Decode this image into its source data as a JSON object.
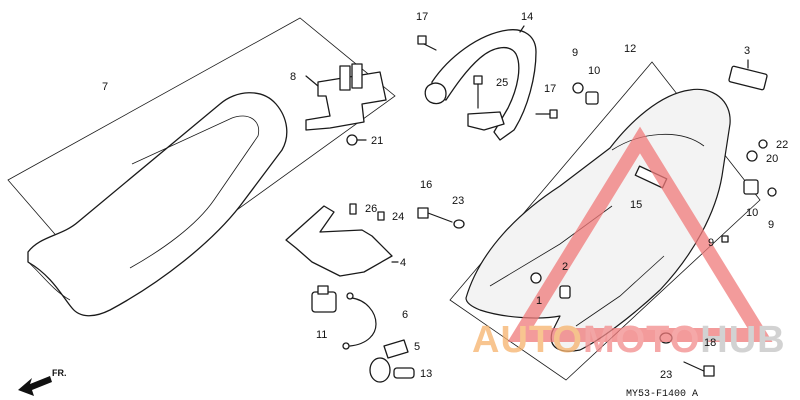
{
  "diagram": {
    "code": "MY53-F1400 A",
    "direction_label": "FR.",
    "callouts": [
      "7",
      "8",
      "21",
      "17",
      "14",
      "25",
      "9",
      "10",
      "17",
      "12",
      "3",
      "22",
      "20",
      "16",
      "23",
      "26",
      "24",
      "4",
      "15",
      "11",
      "6",
      "5",
      "13",
      "2",
      "1",
      "10",
      "9",
      "9",
      "23",
      "18"
    ]
  },
  "watermark": {
    "brand_part1": "AUTO",
    "brand_part2": "MOTO",
    "brand_part3": "HUB",
    "brand_color_1": "#f6b26b",
    "brand_color_2": "#f28c8c",
    "brand_color_3": "#c4c4c4",
    "triangle_color": "#f07a7a"
  }
}
